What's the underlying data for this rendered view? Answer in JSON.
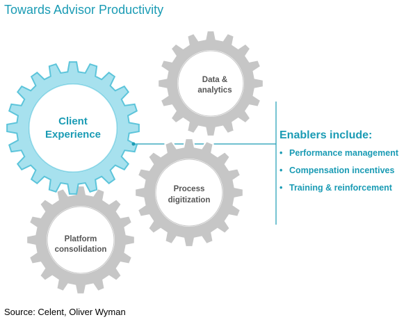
{
  "title": "Towards Advisor Productivity",
  "gears": {
    "client_experience": {
      "line1": "Client",
      "line2": "Experience",
      "fill": "#a7e1ee",
      "stroke": "#5cc4da",
      "text_color": "#1a9bb4"
    },
    "data_analytics": {
      "line1": "Data &",
      "line2": "analytics",
      "fill": "#c6c6c6",
      "stroke": "#ffffff",
      "text_color": "#555555"
    },
    "process_digitization": {
      "line1": "Process",
      "line2": "digitization",
      "fill": "#c6c6c6",
      "stroke": "#ffffff",
      "text_color": "#555555"
    },
    "platform_consolidation": {
      "line1": "Platform",
      "line2": "consolidation",
      "fill": "#c6c6c6",
      "stroke": "#ffffff",
      "text_color": "#555555"
    }
  },
  "enablers": {
    "heading": "Enablers include:",
    "bullet": "•",
    "items": [
      {
        "label": "Performance management"
      },
      {
        "label": "Compensation incentives"
      },
      {
        "label": "Training & reinforcement"
      }
    ]
  },
  "colors": {
    "accent": "#1a9bb4",
    "connector": "#1a9bb4"
  },
  "source": "Source: Celent, Oliver Wyman"
}
